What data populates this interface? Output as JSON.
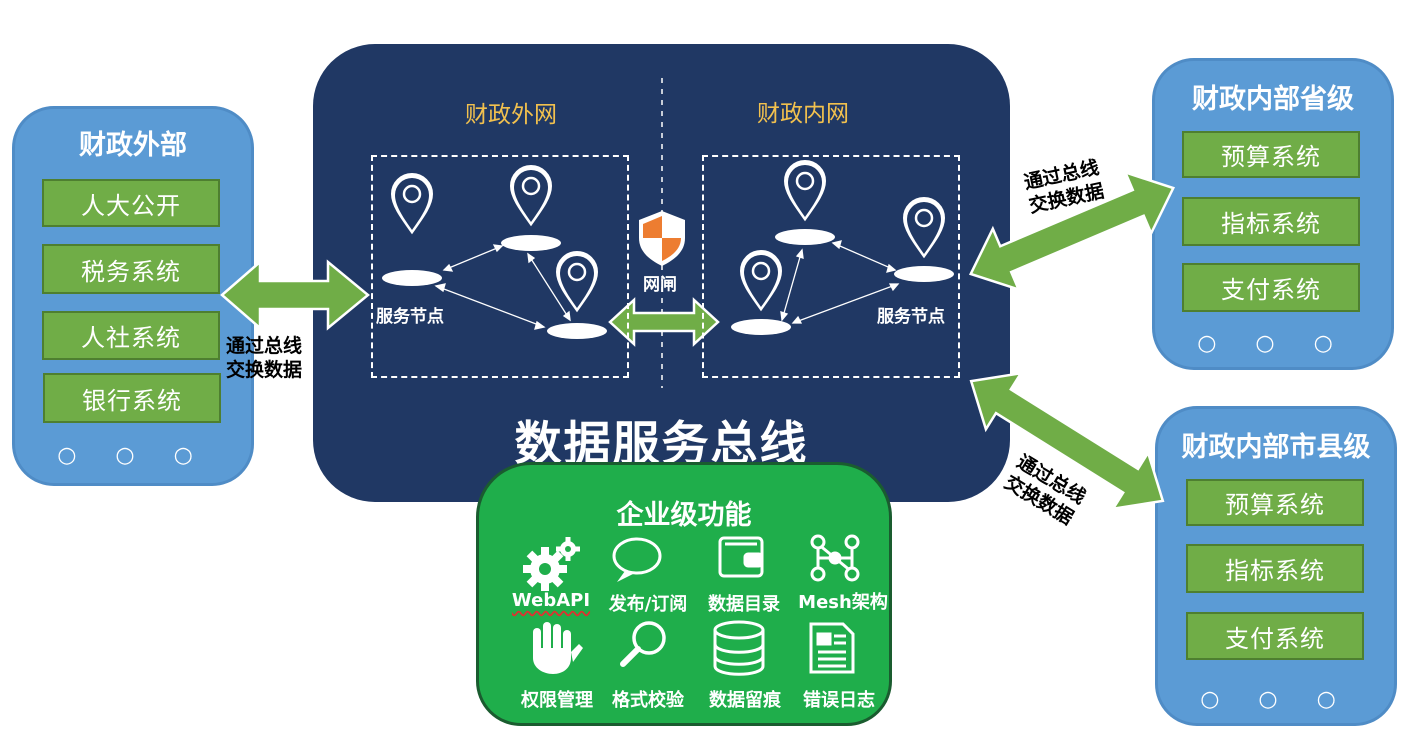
{
  "left_panel": {
    "title": "财政外部",
    "items": [
      "人大公开",
      "税务系统",
      "人社系统",
      "银行系统"
    ],
    "dots": "○ ○ ○"
  },
  "bus": {
    "outer_net": "财政外网",
    "inner_net": "财政内网",
    "gateway": "网闸",
    "node_label_left": "服务节点",
    "node_label_right": "服务节点",
    "title": "数据服务总线"
  },
  "arrow_labels": {
    "left": [
      "通过总线",
      "交换数据"
    ],
    "right_top": [
      "通过总线",
      "交换数据"
    ],
    "right_bottom": [
      "通过总线",
      "交换数据"
    ]
  },
  "right_top_panel": {
    "title": "财政内部省级",
    "items": [
      "预算系统",
      "指标系统",
      "支付系统"
    ],
    "dots": "○ ○ ○"
  },
  "right_bottom_panel": {
    "title": "财政内部市县级",
    "items": [
      "预算系统",
      "指标系统",
      "支付系统"
    ],
    "dots": "○ ○ ○"
  },
  "enterprise": {
    "title": "企业级功能",
    "features": [
      {
        "label": "WebAPI",
        "icon": "gears-icon"
      },
      {
        "label": "发布/订阅",
        "icon": "chat-bubble-icon"
      },
      {
        "label": "数据目录",
        "icon": "wallet-icon"
      },
      {
        "label": "Mesh架构",
        "icon": "mesh-network-icon"
      },
      {
        "label": "权限管理",
        "icon": "hand-icon"
      },
      {
        "label": "格式校验",
        "icon": "magnifier-icon"
      },
      {
        "label": "数据留痕",
        "icon": "database-icon"
      },
      {
        "label": "错误日志",
        "icon": "document-icon"
      }
    ]
  },
  "colors": {
    "panel_blue": "#5b9bd5",
    "system_green": "#70ad47",
    "bus_navy": "#203864",
    "zone_gold": "#f2c14e",
    "enterprise_green": "#1fae4b",
    "gateway_orange": "#ed7d31"
  }
}
